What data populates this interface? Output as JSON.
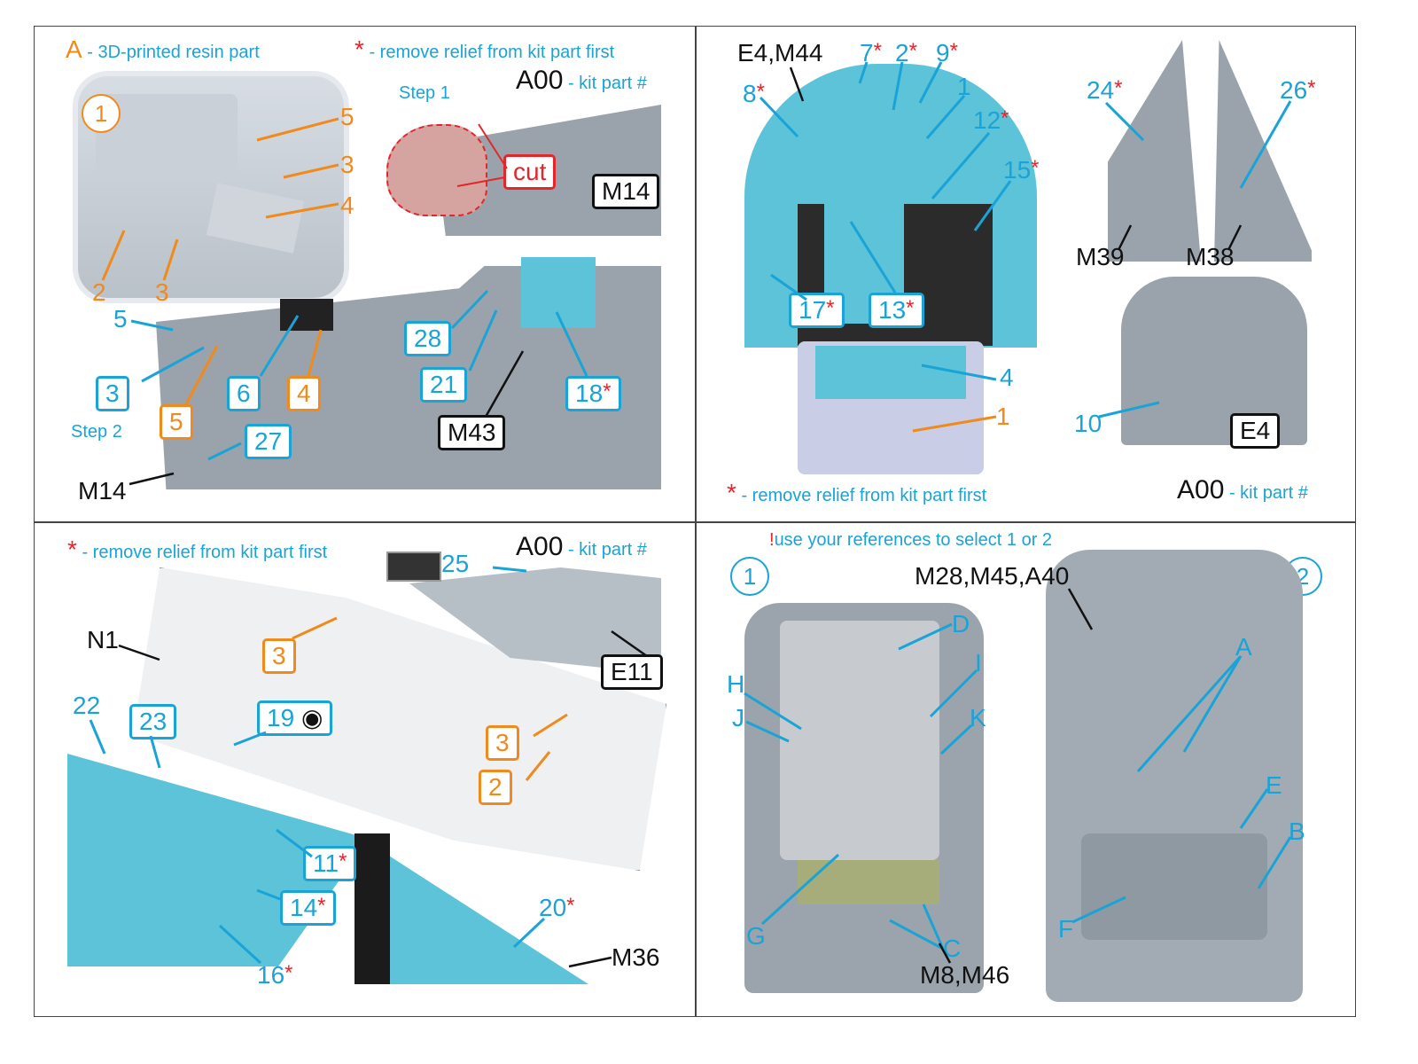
{
  "legends": {
    "resin_letter": "A",
    "resin_text": "- 3D-printed resin part",
    "relief_star": "*",
    "relief_text": "- remove relief from kit part first",
    "kitpart_code": "A00",
    "kitpart_text": "- kit part #",
    "references_mark": "!",
    "references_text": "use your references to select 1 or 2"
  },
  "panel1": {
    "step1": "Step 1",
    "step2": "Step 2",
    "cut_label": "cut",
    "resin_callouts": [
      "1",
      "5",
      "3",
      "4",
      "2",
      "3"
    ],
    "kit_parts": [
      "M14",
      "M43",
      "M14"
    ],
    "labels": {
      "p5_plain": "5",
      "p3": "3",
      "p5_orange": "5",
      "p6": "6",
      "p4_orange": "4",
      "p27": "27",
      "p28": "28",
      "p21": "21",
      "p18": "18"
    }
  },
  "panel2": {
    "kit_parts": [
      "E4,M44",
      "M39",
      "M38",
      "E4"
    ],
    "labels": {
      "p7": "7",
      "p2": "2",
      "p9": "9",
      "p8": "8",
      "p1": "1",
      "p12": "12",
      "p15": "15",
      "p24": "24",
      "p26": "26",
      "p17": "17",
      "p13": "13",
      "p4": "4",
      "p1_orange": "1",
      "p10": "10"
    }
  },
  "panel3": {
    "kit_parts": [
      "N1",
      "E11",
      "M36"
    ],
    "labels": {
      "p25": "25",
      "p3a": "3",
      "p22": "22",
      "p23": "23",
      "p19": "19",
      "p3b": "3",
      "p2": "2",
      "p11": "11",
      "p14": "14",
      "p16": "16",
      "p20": "20"
    }
  },
  "panel4": {
    "options": [
      "1",
      "2"
    ],
    "kit_parts": [
      "M28,M45,A40",
      "M8,M46"
    ],
    "seat1_letters": [
      "D",
      "H",
      "I",
      "J",
      "K",
      "G",
      "C"
    ],
    "seat2_letters": [
      "A",
      "E",
      "B",
      "F"
    ]
  },
  "colors": {
    "cyan": "#1aa3d6",
    "orange": "#f08a1c",
    "red": "#e4262c",
    "black": "#111111",
    "kit_gray": "#9aa3ab",
    "panel_cyan": "#5cc3d8"
  }
}
